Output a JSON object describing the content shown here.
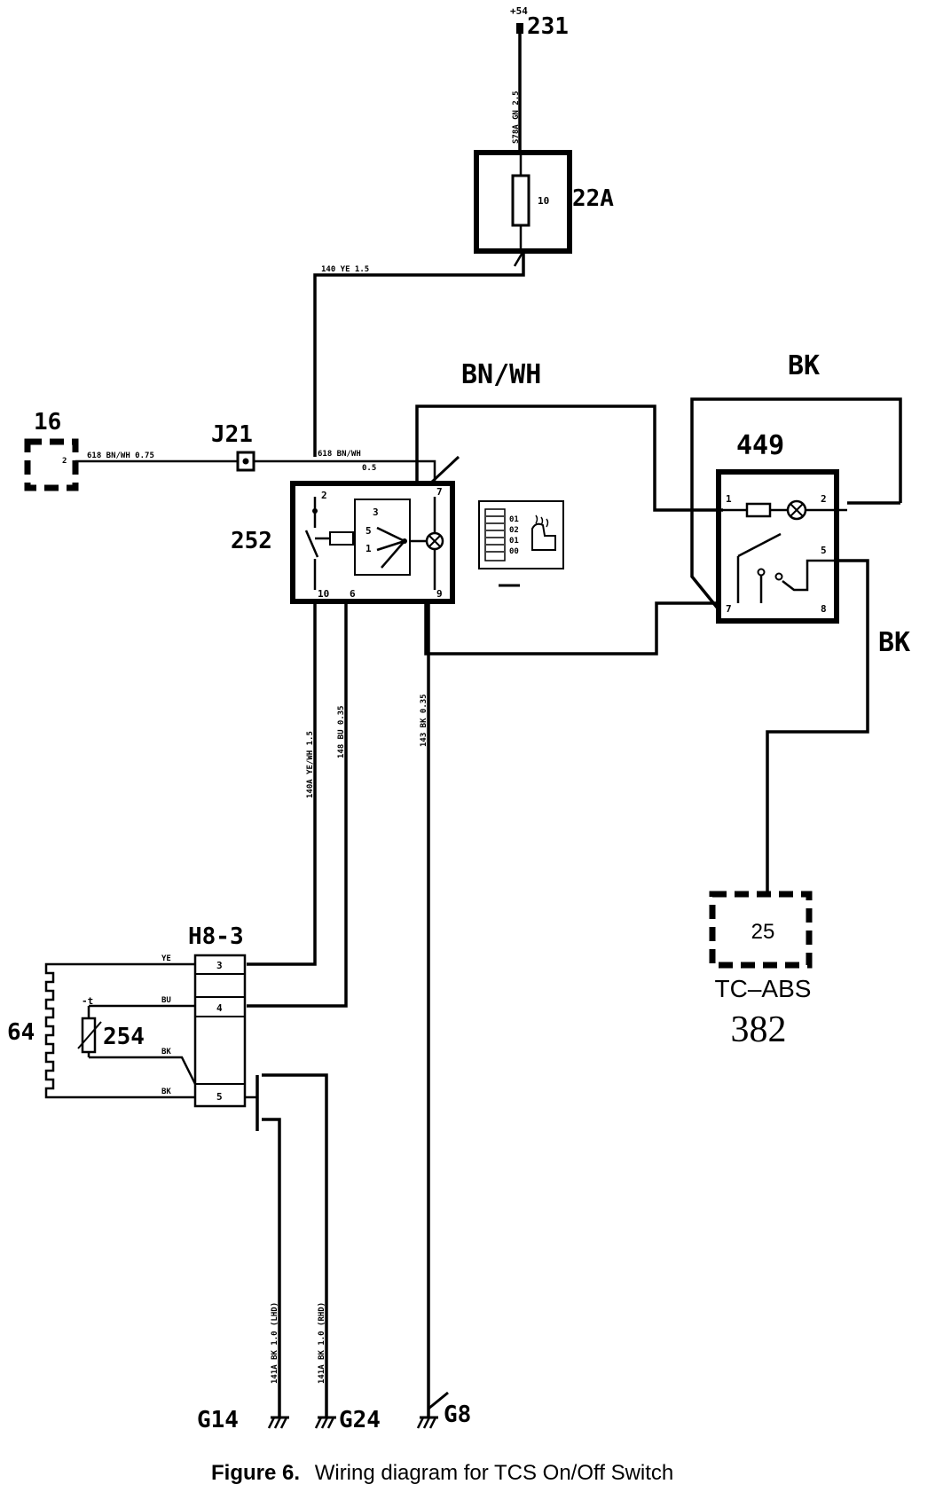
{
  "components": {
    "supply": {
      "top": "+54",
      "id": "231",
      "wire": "S78A GN 2.5"
    },
    "fuse": {
      "id": "22A",
      "rating": "10"
    },
    "connector_16": {
      "id": "16",
      "pin": "2"
    },
    "splice_j21": {
      "id": "J21"
    },
    "switch_252": {
      "id": "252",
      "pins": {
        "p2": "2",
        "p7": "7",
        "p10": "10",
        "p6": "6",
        "p9": "9"
      },
      "inner": {
        "a": "3",
        "b": "5",
        "c": "1"
      }
    },
    "relay_449": {
      "id": "449",
      "pins": {
        "p1": "1",
        "p2": "2",
        "p5": "5",
        "p7": "7",
        "p8": "8"
      }
    },
    "tcabs": {
      "connector": "25",
      "label": "TC–ABS",
      "number": "382"
    },
    "connector_h8": {
      "id": "H8-3",
      "pins": {
        "a": "3",
        "b": "4",
        "c": "5"
      }
    },
    "heater_64": {
      "id": "64"
    },
    "sensor_254": {
      "id": "254",
      "mark": "-t"
    },
    "grounds": {
      "g14": "G14",
      "g24": "G24",
      "g8": "G8"
    }
  },
  "wire_labels": {
    "top_feed": "140  YE  1.5",
    "left_feed": "618 BN/WH 0.75",
    "j21_right_a": "618  BN/WH",
    "j21_right_b": "0.5",
    "v1": "140A  YE/WH  1.5",
    "v2": "148  BU  0.35",
    "v3": "143  BK  0.35",
    "h8_ye": "YE",
    "h8_bu": "BU",
    "h8_bk1": "BK",
    "h8_bk2": "BK",
    "g14_wire": "141A  BK  1.0 (LHD)",
    "g24_wire": "141A  BK  1.0 (RHD)",
    "bnwh": "BN/WH",
    "bk_top": "BK",
    "bk_right": "BK"
  },
  "legend_mini": {
    "r1": "01",
    "r2": "02",
    "r3": "01",
    "r4": "00"
  },
  "caption": {
    "figure": "Figure 6.",
    "text": "Wiring diagram for TCS On/Off Switch"
  }
}
